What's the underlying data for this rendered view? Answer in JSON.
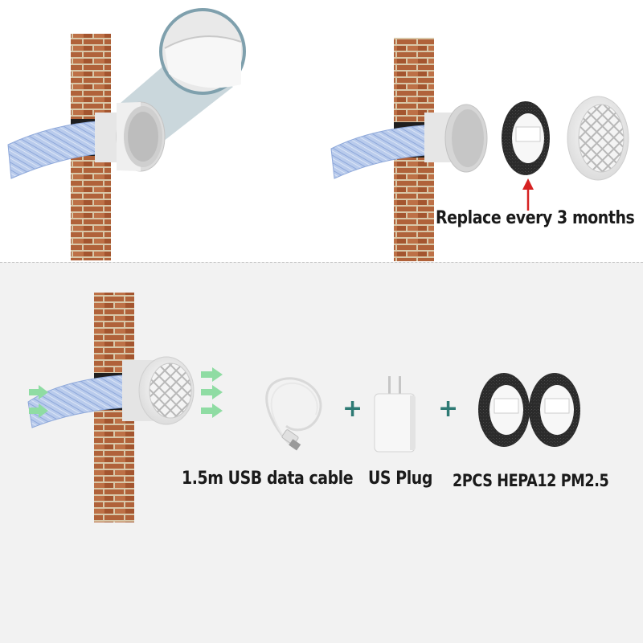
{
  "captions": {
    "replace_interval": "Replace every 3 months",
    "usb_cable": "1.5m USB data cable",
    "us_plug": "US Plug",
    "hepa_filters": "2PCS HEPA12 PM2.5"
  },
  "plus_signs": [
    "+",
    "+"
  ],
  "icons": {
    "airflow_arrows": "arrow-right-icon",
    "replace_arrow": "arrow-up-icon",
    "plus_signs": "plus-icon"
  },
  "colors": {
    "brick": "#b0623a",
    "mortar": "#d8c7a8",
    "hose": "#a9bfe6",
    "vent_white": "#f2f2f2",
    "filter_black": "#2b2b2b",
    "airflow_green": "#8fdca3",
    "indicator_red": "#d62222",
    "plus_teal": "#2e7a74",
    "background_lower": "#f2f2f2"
  }
}
